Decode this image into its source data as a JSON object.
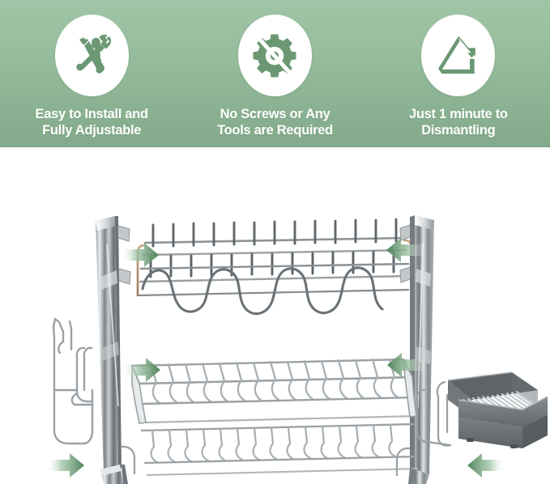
{
  "banner": {
    "background_top_color": "#a0c5a6",
    "background_bottom_color": "#82a98a",
    "icon_color": "#6b9873",
    "text_color": "#ffffff",
    "features": [
      {
        "icon": "wrench-screwdriver-icon",
        "label": "Easy to Install and\nFully Adjustable"
      },
      {
        "icon": "no-gear-slash-icon",
        "label": "No Screws or Any\nTools are Required"
      },
      {
        "icon": "recycle-triangle-arrow-icon",
        "label": "Just 1 minute to\nDismantling"
      }
    ]
  },
  "product": {
    "title": "two-tier-dish-rack-exploded-assembly-diagram",
    "background_color": "#ffffff",
    "metal_color": "#a9aeb2",
    "metal_dark_color": "#6e7478",
    "metal_light_color": "#e4e7e9",
    "basket_color": "#6d7276",
    "arrow_color": "#5f9169",
    "parts": [
      {
        "name": "upper-dish-rack",
        "label": "upper wire rack tier"
      },
      {
        "name": "lower-dish-rack",
        "label": "lower wire rack tier"
      },
      {
        "name": "left-vertical-post",
        "label": "left side frame post"
      },
      {
        "name": "right-vertical-post",
        "label": "right side frame post"
      },
      {
        "name": "utensil-hook-holder",
        "label": "side utensil hook holder"
      },
      {
        "name": "cutlery-basket",
        "label": "cutlery drainer basket"
      },
      {
        "name": "left-foot",
        "label": "left base foot"
      },
      {
        "name": "right-foot",
        "label": "right base foot"
      }
    ],
    "arrows": [
      {
        "name": "arrow-upper-left",
        "direction": "right"
      },
      {
        "name": "arrow-upper-right",
        "direction": "left"
      },
      {
        "name": "arrow-lower-left",
        "direction": "right"
      },
      {
        "name": "arrow-lower-right",
        "direction": "left"
      },
      {
        "name": "arrow-foot-left",
        "direction": "right"
      },
      {
        "name": "arrow-foot-right",
        "direction": "left"
      }
    ]
  }
}
